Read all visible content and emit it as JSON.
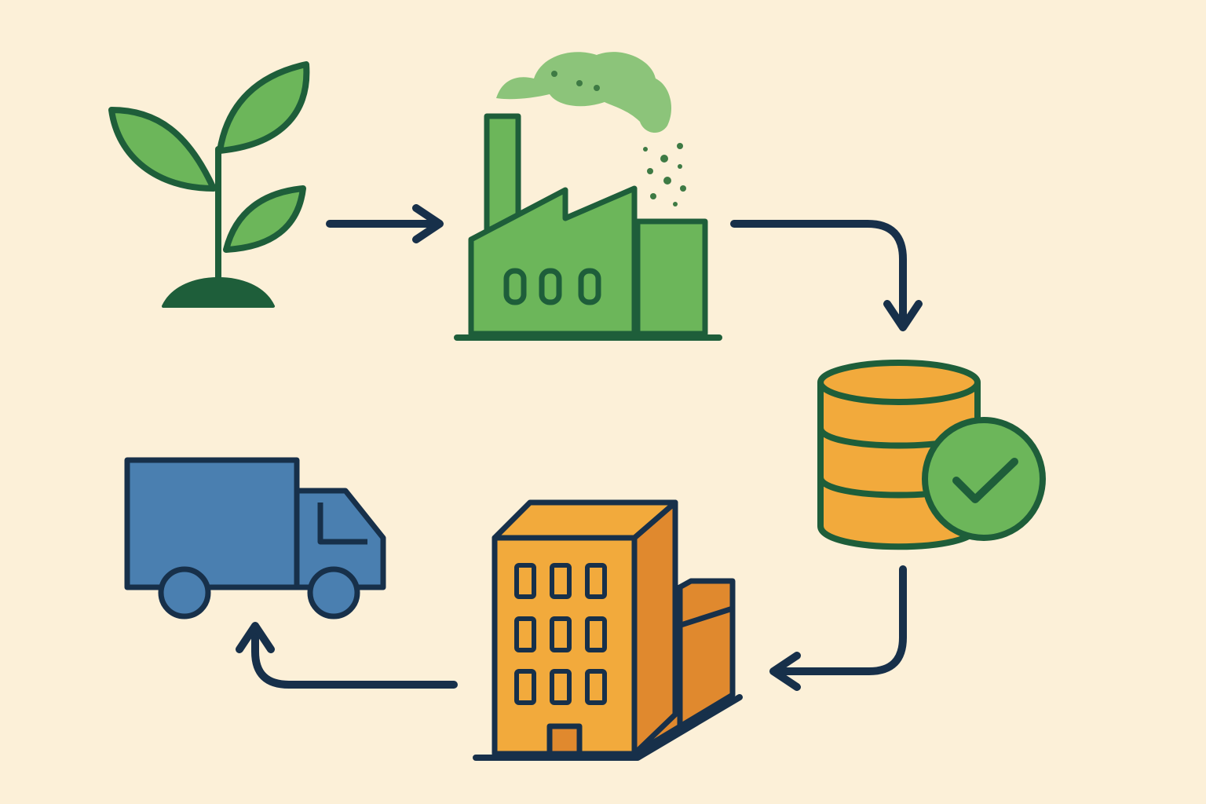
{
  "diagram": {
    "type": "cyclic supply-chain flow",
    "nodes": [
      {
        "id": "plant",
        "icon": "sprout-icon"
      },
      {
        "id": "factory",
        "icon": "factory-icon"
      },
      {
        "id": "storage",
        "icon": "database-check-icon"
      },
      {
        "id": "warehouse",
        "icon": "office-building-icon"
      },
      {
        "id": "delivery",
        "icon": "truck-icon"
      }
    ],
    "edges": [
      {
        "from": "plant",
        "to": "factory"
      },
      {
        "from": "factory",
        "to": "storage"
      },
      {
        "from": "storage",
        "to": "warehouse"
      },
      {
        "from": "warehouse",
        "to": "delivery"
      }
    ]
  },
  "colors": {
    "background": "#fcf0d8",
    "outline_green": "#1e5e3a",
    "leaf_green": "#6cb65a",
    "smoke_green": "#8cc47a",
    "arrow_navy": "#17304a",
    "orange": "#f2aa3c",
    "orange_dark": "#e0892e",
    "truck_blue": "#4a7fb0"
  }
}
